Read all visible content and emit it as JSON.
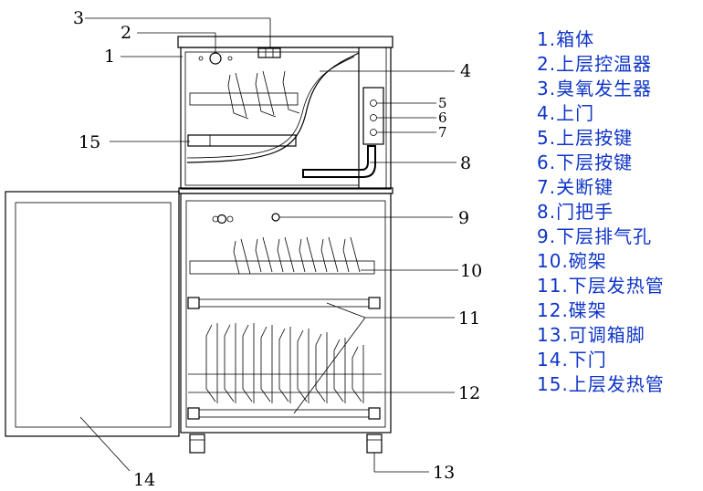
{
  "callouts": [
    "1",
    "2",
    "3",
    "4",
    "5",
    "6",
    "7",
    "8",
    "9",
    "10",
    "11",
    "12",
    "13",
    "14",
    "15"
  ],
  "legend": [
    "1.箱体",
    "2.上层控温器",
    "3.臭氧发生器",
    "4.上门",
    "5.上层按键",
    "6.下层按键",
    "7.关断键",
    "8.门把手",
    "9.下层排气孔",
    "10.碗架",
    "11.下层发热管",
    "12.碟架",
    "13.可调箱脚",
    "14.下门",
    "15.上层发热管"
  ],
  "colors": {
    "legend_text": "#0f35c8",
    "line": "#000000"
  }
}
